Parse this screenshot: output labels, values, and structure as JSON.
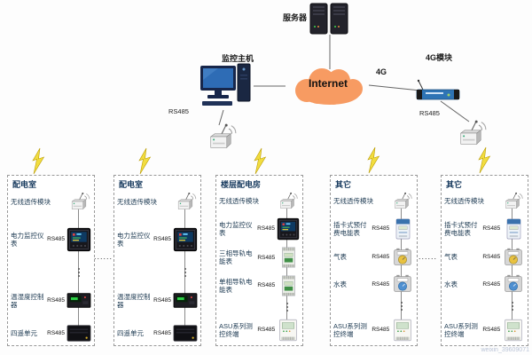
{
  "top": {
    "server_label": "服务器",
    "monitor_host_label": "监控主机",
    "internet_label": "Internet",
    "link_4g_label": "4G",
    "module_4g_label": "4G模块",
    "rs485_left": "RS485",
    "rs485_right": "RS485"
  },
  "separators": {
    "left": "......",
    "right": "......"
  },
  "boxes": [
    {
      "title": "配电室",
      "rows": [
        {
          "label": "无线透传模块",
          "icon": "wireless-module"
        },
        {
          "label": "电力监控仪表",
          "rs485": "RS485",
          "icon": "power-monitor-meter"
        },
        {
          "type": "dots"
        },
        {
          "label": "温湿度控制器",
          "rs485": "RS485",
          "icon": "temp-humidity-controller"
        },
        {
          "label": "四遥单元",
          "rs485": "RS485",
          "icon": "remote-terminal-unit"
        }
      ]
    },
    {
      "title": "配电室",
      "rows": [
        {
          "label": "无线透传模块",
          "icon": "wireless-module"
        },
        {
          "label": "电力监控仪表",
          "rs485": "RS485",
          "icon": "power-monitor-meter"
        },
        {
          "type": "dots"
        },
        {
          "label": "温湿度控制器",
          "rs485": "RS485",
          "icon": "temp-humidity-controller"
        },
        {
          "label": "四遥单元",
          "rs485": "RS485",
          "icon": "remote-terminal-unit"
        }
      ]
    },
    {
      "title": "楼层配电房",
      "rows": [
        {
          "label": "无线透传模块",
          "icon": "wireless-module"
        },
        {
          "label": "电力监控仪表",
          "rs485": "RS485",
          "icon": "power-monitor-meter"
        },
        {
          "label": "三相导轨电能表",
          "rs485": "RS485",
          "icon": "din-rail-energy-meter"
        },
        {
          "label": "单相导轨电能表",
          "rs485": "RS485",
          "icon": "din-rail-energy-meter"
        },
        {
          "type": "dots"
        },
        {
          "label": "ASU系列测控终端",
          "rs485": "RS485",
          "icon": "asu-terminal"
        }
      ]
    },
    {
      "title": "其它",
      "rows": [
        {
          "label": "无线透传模块",
          "icon": "wireless-module"
        },
        {
          "label": "插卡式预付费电能表",
          "rs485": "RS485",
          "icon": "prepaid-card-energy-meter"
        },
        {
          "label": "气表",
          "rs485": "RS485",
          "icon": "gas-meter"
        },
        {
          "label": "水表",
          "rs485": "RS485",
          "icon": "water-meter"
        },
        {
          "type": "dots"
        },
        {
          "label": "ASU系列测控终端",
          "rs485": "RS485",
          "icon": "asu-terminal"
        }
      ]
    },
    {
      "title": "其它",
      "rows": [
        {
          "label": "无线透传模块",
          "icon": "wireless-module"
        },
        {
          "label": "插卡式预付费电能表",
          "rs485": "RS485",
          "icon": "prepaid-card-energy-meter"
        },
        {
          "label": "气表",
          "rs485": "RS485",
          "icon": "gas-meter"
        },
        {
          "label": "水表",
          "rs485": "RS485",
          "icon": "water-meter"
        },
        {
          "type": "dots"
        },
        {
          "label": "ASU系列测控终端",
          "rs485": "RS485",
          "icon": "asu-terminal"
        }
      ]
    }
  ],
  "watermark": "weixin_39609071"
}
